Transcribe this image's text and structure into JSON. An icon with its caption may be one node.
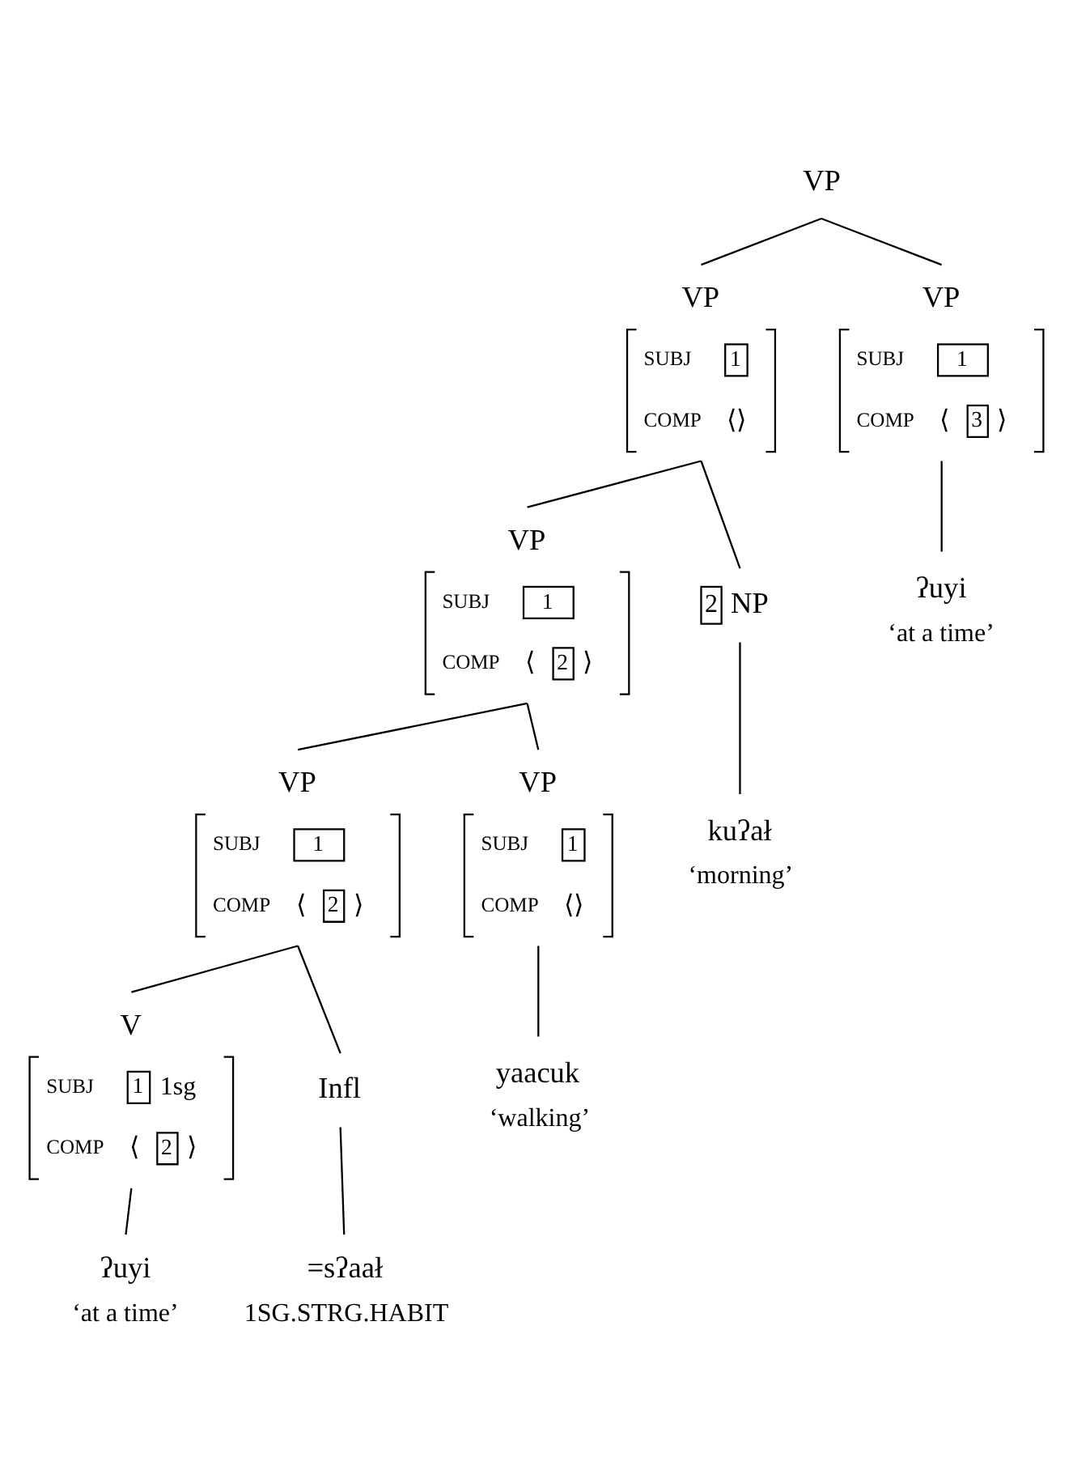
{
  "diagram": {
    "nodes": [
      {
        "text": [
          "VP"
        ]
      },
      {
        "text": [
          "VP",
          "SUBJ 1",
          "COMP ⟨⟩"
        ]
      },
      {
        "text": [
          "VP",
          "SUBJ 1",
          "COMP ⟨ 3 ⟩"
        ]
      },
      {
        "text": [
          "VP",
          "SUBJ 1",
          "COMP ⟨ 2 ⟩"
        ]
      },
      {
        "text": [
          "2 NP"
        ]
      },
      {
        "text": [
          "ʔuyi",
          "‘at a time’"
        ]
      },
      {
        "text": [
          "kuʔał",
          "‘morning’"
        ]
      },
      {
        "text": [
          "VP",
          "SUBJ 1",
          "COMP ⟨ 2 ⟩"
        ]
      },
      {
        "text": [
          "VP",
          "SUBJ 1",
          "COMP ⟨⟩"
        ]
      },
      {
        "text": [
          "V",
          "SUBJ 1 1sg",
          "COMP ⟨ 2 ⟩"
        ]
      },
      {
        "text": [
          "Infl"
        ]
      },
      {
        "text": [
          "yaacuk",
          "‘walking’"
        ]
      },
      {
        "text": [
          "=sʔaał",
          "1SG.STRG.HABIT"
        ]
      },
      {
        "text": [
          "ʔuyi",
          "‘at a time’"
        ]
      }
    ],
    "edges": [
      {
        "from": 0,
        "to": 1,
        "arrow": "none"
      },
      {
        "from": 0,
        "to": 2,
        "arrow": "none"
      },
      {
        "from": 1,
        "to": 3,
        "arrow": "none"
      },
      {
        "from": 1,
        "to": 4,
        "arrow": "none"
      },
      {
        "from": 2,
        "to": 5,
        "arrow": "none"
      },
      {
        "from": 4,
        "to": 6,
        "arrow": "none"
      },
      {
        "from": 3,
        "to": 7,
        "arrow": "none"
      },
      {
        "from": 3,
        "to": 8,
        "arrow": "none"
      },
      {
        "from": 8,
        "to": 11,
        "arrow": "none"
      },
      {
        "from": 7,
        "to": 9,
        "arrow": "none"
      },
      {
        "from": 7,
        "to": 10,
        "arrow": "none"
      },
      {
        "from": 10,
        "to": 12,
        "arrow": "none"
      },
      {
        "from": 9,
        "to": 13,
        "arrow": "none"
      }
    ]
  }
}
